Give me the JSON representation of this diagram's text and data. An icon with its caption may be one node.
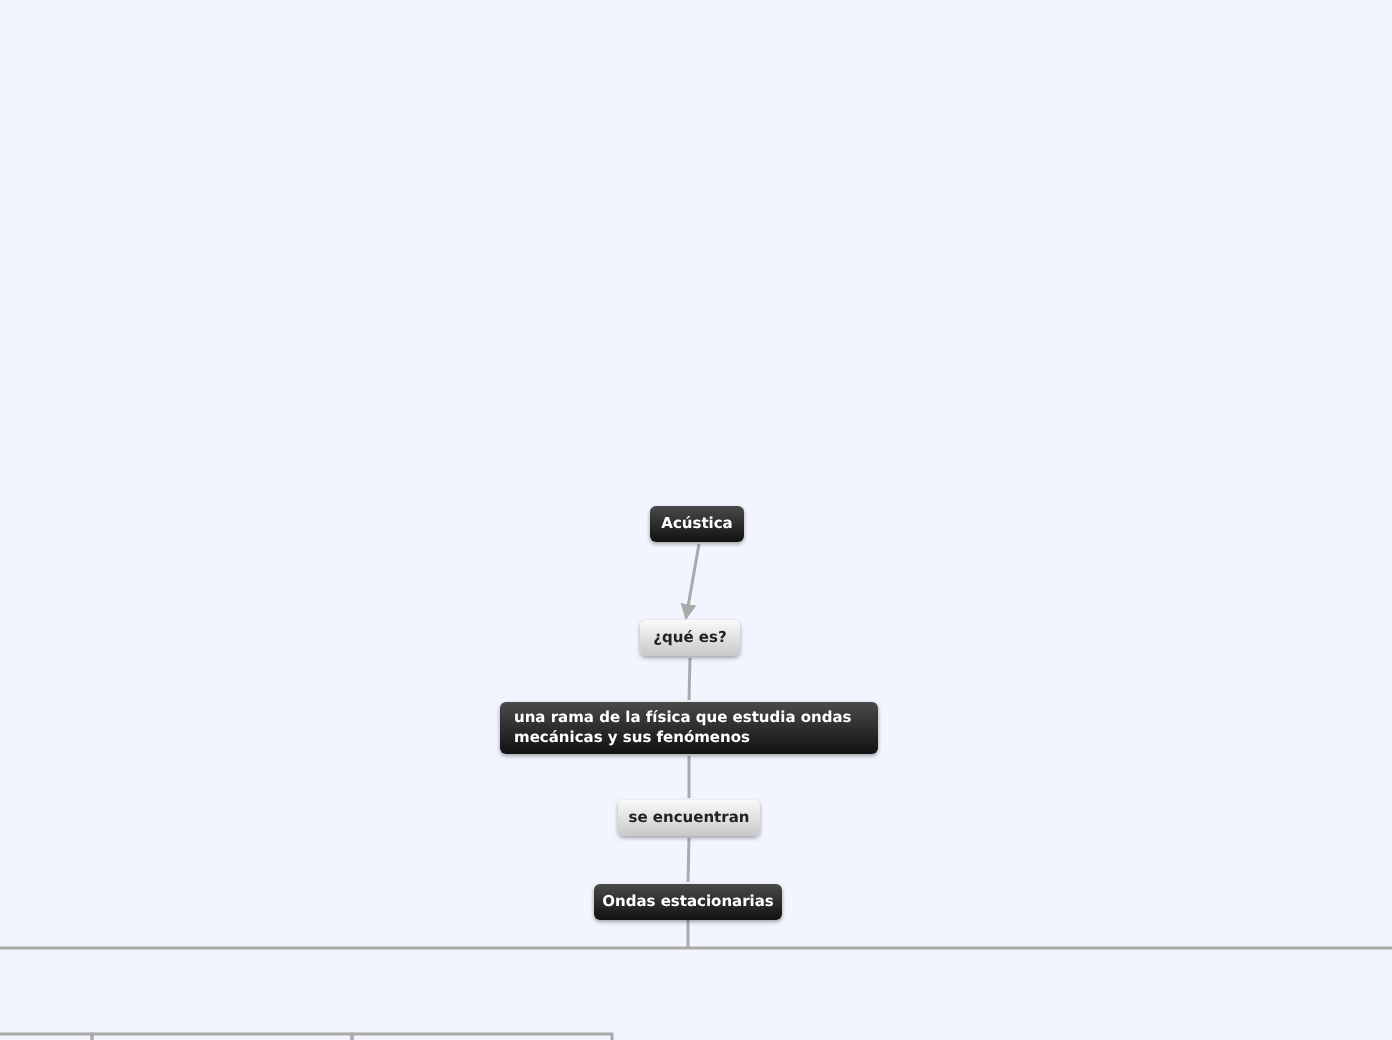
{
  "diagram": {
    "nodes": [
      {
        "text": [
          "Acústica"
        ]
      },
      {
        "text": [
          "¿qué es?"
        ]
      },
      {
        "text": [
          "una rama de la física que estudia ondas mecánicas y sus fenómenos"
        ]
      },
      {
        "text": [
          "se encuentran"
        ]
      },
      {
        "text": [
          "Ondas estacionarias"
        ]
      }
    ],
    "edges": [
      {
        "from": 0,
        "to": 1,
        "arrow": "to"
      },
      {
        "from": 1,
        "to": 2,
        "arrow": "none"
      },
      {
        "from": 2,
        "to": 3,
        "arrow": "none"
      },
      {
        "from": 3,
        "to": 4,
        "arrow": "none"
      },
      {
        "from": 4,
        "to": null,
        "arrow": "none"
      }
    ]
  }
}
